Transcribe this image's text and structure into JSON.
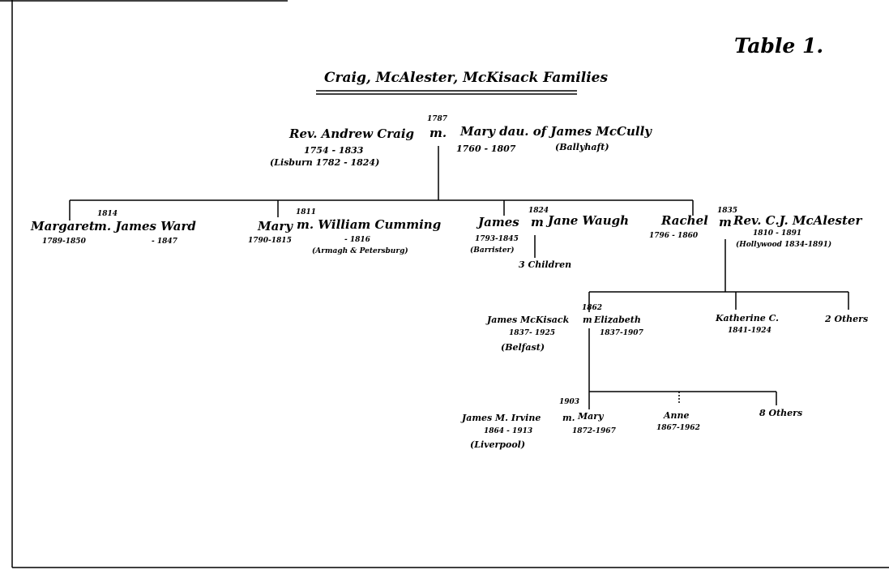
{
  "table_label": "Table 1.",
  "title": "Craig, McAlester, McKisack Families",
  "gen1": {
    "husband": "Rev. Andrew Craig",
    "husband_dates": "1754 - 1833",
    "husband_note": "(Lisburn 1782 - 1824)",
    "marriage_year": "1787",
    "marriage": "m.",
    "wife": "Mary dau. of James McCully",
    "wife_dates": "1760 - 1807",
    "wife_note": "(Ballyhaft)"
  },
  "gen2": {
    "margaret": {
      "name": "Margaret",
      "dates": "1789-1850",
      "marriage_year": "1814",
      "spouse": "m. James Ward",
      "spouse_dates": "- 1847"
    },
    "mary": {
      "name": "Mary",
      "dates": "1790-1815",
      "marriage_year": "1811",
      "spouse": "m. William Cumming",
      "spouse_dates": "- 1816",
      "spouse_note": "(Armagh & Petersburg)"
    },
    "james": {
      "name": "James",
      "dates": "1793-1845",
      "note": "(Barrister)",
      "marriage_year": "1824",
      "marriage": "m",
      "spouse": "Jane Waugh",
      "children": "3 Children"
    },
    "rachel": {
      "name": "Rachel",
      "dates": "1796 - 1860",
      "marriage_year": "1835",
      "marriage": "m",
      "spouse": "Rev. C.J. McAlester",
      "spouse_dates": "1810 - 1891",
      "spouse_note": "(Hollywood 1834-1891)"
    }
  },
  "gen3": {
    "mckisack": {
      "name": "James McKisack",
      "dates": "1837- 1925",
      "note": "(Belfast)",
      "marriage_year": "1862",
      "marriage": "m",
      "spouse": "Elizabeth",
      "spouse_dates": "1837-1907"
    },
    "katherine": {
      "name": "Katherine C.",
      "dates": "1841-1924"
    },
    "others": "2 Others"
  },
  "gen4": {
    "irvine": {
      "name": "James M. Irvine",
      "dates": "1864 - 1913",
      "note": "(Liverpool)",
      "marriage_year": "1903",
      "marriage": "m.",
      "spouse": "Mary",
      "spouse_dates": "1872-1967"
    },
    "anne": {
      "name": "Anne",
      "dates": "1867-1962"
    },
    "others": "8 Others"
  }
}
